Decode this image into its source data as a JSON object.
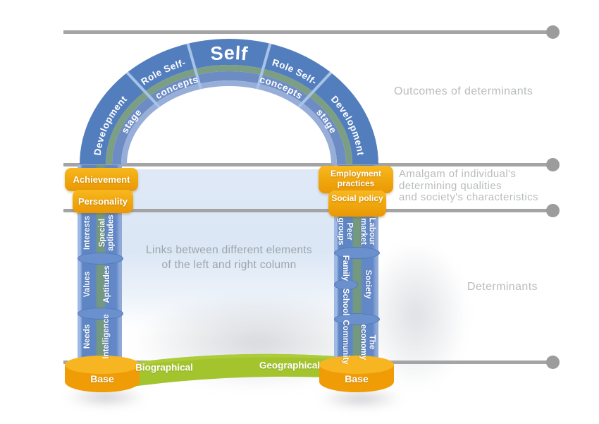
{
  "arch": {
    "top": "Self",
    "left_outer": "Development",
    "left_outer2": "stage",
    "left_inner": "Role Self-",
    "left_inner2": "concepts",
    "right_inner": "Role Self-",
    "right_inner2": "concepts",
    "right_outer": "Development",
    "right_outer2": "stage"
  },
  "left_column": {
    "capital": [
      "Achievement",
      "Personality"
    ],
    "segments_front": [
      "Interests",
      "Values",
      "Needs"
    ],
    "segments_back": [
      "Special aptitudes",
      "Aptitudes",
      "Intelligence"
    ],
    "base": "Base"
  },
  "right_column": {
    "capital": [
      "Employment practices",
      "Social policy"
    ],
    "segments_front": [
      "Peer groups",
      "Family",
      "School",
      "Community"
    ],
    "segments_back": [
      "Labour market",
      "Society",
      "The economy"
    ],
    "base": "Base"
  },
  "foundation": {
    "left": "Biographical",
    "right": "Geographical"
  },
  "center_note": {
    "line1": "Links between different elements",
    "line2": "of the left and right column"
  },
  "annotations": {
    "outcomes": "Outcomes of determinants",
    "amalgam": [
      "Amalgam of individual's",
      "determining qualities",
      "and society's characteristics"
    ],
    "determinants": "Determinants"
  },
  "colors": {
    "arch_blue": "#537ebe",
    "arch_green": "#7c9f83",
    "arch_mid_blue": "#6d8cc4",
    "arch_inner_blue": "#97aed9",
    "divider_light_blue": "#a6c3e8",
    "capital_orange": "#f0a60d",
    "foundation_green": "#a4c42e",
    "guide_line_gray": "#a4a4a4",
    "annotation_gray": "#b9bcbe"
  }
}
